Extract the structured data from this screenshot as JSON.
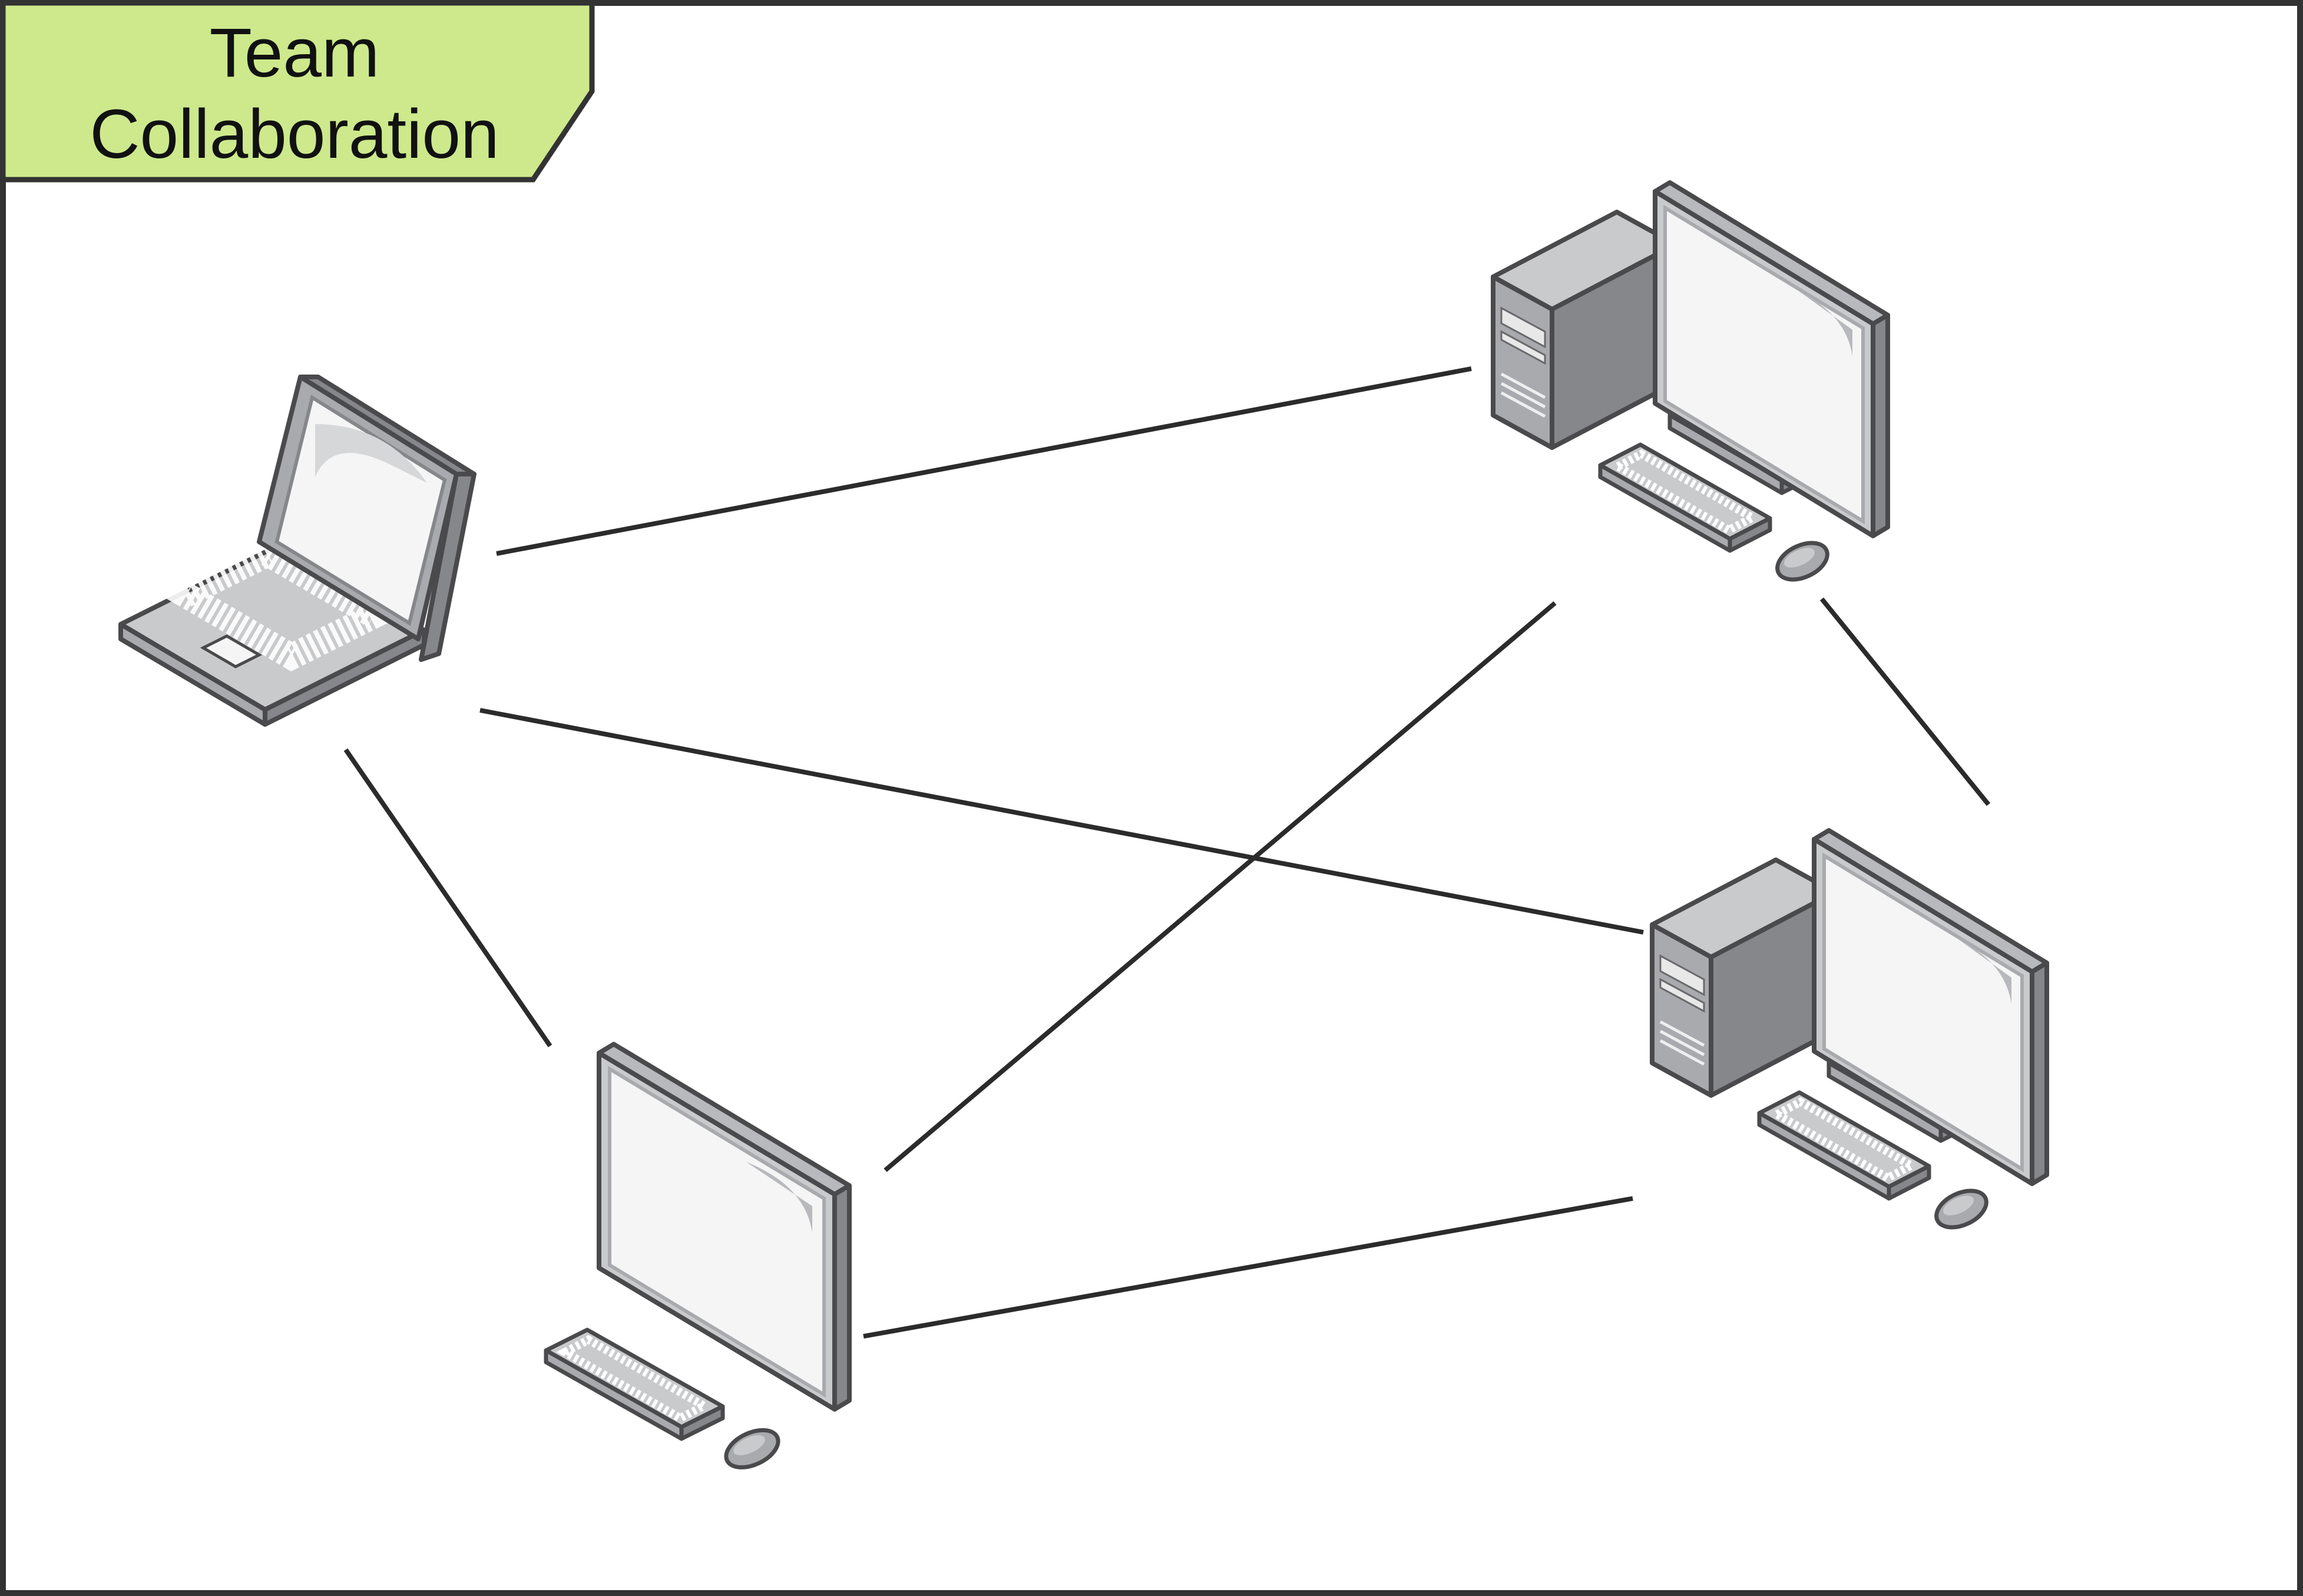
{
  "title": {
    "line1": "Team",
    "line2": "Collaboration",
    "background_color": "#cde98c"
  },
  "colors": {
    "border": "#333333",
    "connector": "#2b2b2b",
    "device_light": "#c9cacc",
    "device_mid": "#a9aaad",
    "device_dark": "#86878a",
    "screen": "#f5f5f6"
  },
  "nodes": [
    {
      "id": "laptop",
      "type": "laptop",
      "icon": "laptop-icon"
    },
    {
      "id": "desktop-top-right",
      "type": "desktop-tower",
      "icon": "desktop-computer-icon"
    },
    {
      "id": "desktop-bottom-right",
      "type": "desktop-tower",
      "icon": "desktop-computer-icon"
    },
    {
      "id": "workstation-bottom-left",
      "type": "monitor-workstation",
      "icon": "monitor-icon"
    }
  ],
  "connections": [
    {
      "from": "laptop",
      "to": "desktop-top-right"
    },
    {
      "from": "laptop",
      "to": "desktop-bottom-right"
    },
    {
      "from": "laptop",
      "to": "workstation-bottom-left"
    },
    {
      "from": "workstation-bottom-left",
      "to": "desktop-top-right"
    },
    {
      "from": "workstation-bottom-left",
      "to": "desktop-bottom-right"
    },
    {
      "from": "desktop-top-right",
      "to": "desktop-bottom-right"
    }
  ]
}
